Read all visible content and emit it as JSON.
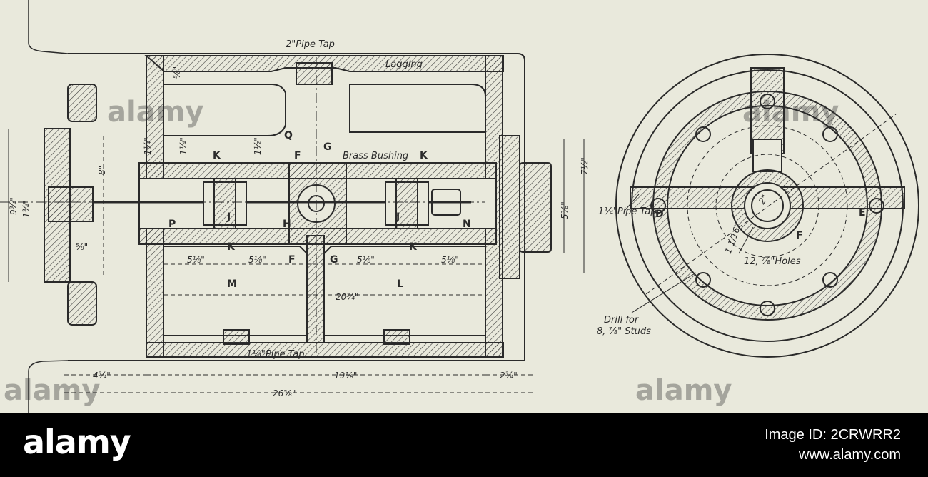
{
  "callouts": {
    "pipe_tap_top": "2\"Pipe Tap",
    "lagging": "Lagging",
    "brass_bushing": "Brass Bushing",
    "pipe_tap_bottom": "1¼\"Pipe Tap",
    "pipe_tap_side": "1¼\"Pipe Tap",
    "holes": "12, ⅞\"Holes",
    "drill": "Drill for",
    "studs": "8, ⅞\" Studs"
  },
  "letters": {
    "q": "Q",
    "k1": "K",
    "f1": "F",
    "g1": "G",
    "k2": "K",
    "j1": "J",
    "p": "P",
    "h": "H",
    "j2": "J",
    "n": "N",
    "k3": "K",
    "f2": "F",
    "g2": "G",
    "k4": "K",
    "m": "M",
    "l": "L",
    "d": "D",
    "e": "E",
    "f3": "F"
  },
  "dims": {
    "d_94": "9¾\"",
    "d_8": "8\"",
    "d_14a": "1¼\"",
    "d_14b": "1¼\"",
    "d_12": "1½\"",
    "d_58top": "⅝\"",
    "d_58left": "⅝\"",
    "d_134": "1¾\"",
    "d_58a": "5⅛\"",
    "d_58b": "5⅛\"",
    "d_58c": "5⅛\"",
    "d_58d": "5⅛\"",
    "d_2034": "20¾\"",
    "d_434": "4¾\"",
    "d_1918": "19⅛\"",
    "d_234": "2¾\"",
    "d_2658": "26⅝\"",
    "d_538": "5⅜\"",
    "d_712": "7½\"",
    "d_1116": "1 1/16\"",
    "d_2": "2\""
  },
  "watermark": "alamy",
  "footer": {
    "logo": "alamy",
    "image_id": "Image ID: 2CRWRR2",
    "site": "www.alamy.com"
  },
  "colors": {
    "paper": "#e9e9dc",
    "ink": "#2a2a2a",
    "footer": "#000000"
  }
}
